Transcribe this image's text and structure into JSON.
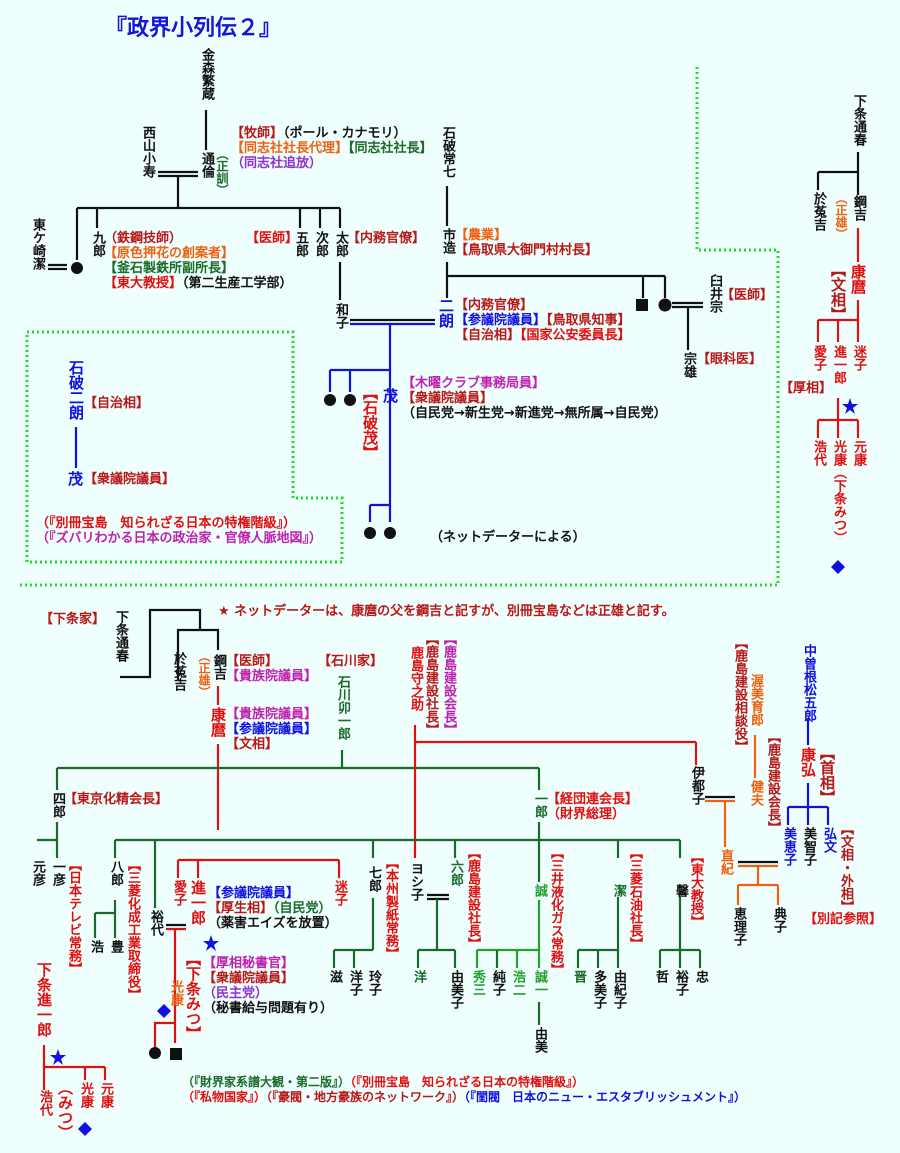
{
  "title": "『政界小列伝２』",
  "colors": {
    "background": "#effffd",
    "black": "#111111",
    "red": "#e01010",
    "dark_red": "#b81818",
    "orange": "#f06010",
    "green": "#1a6a2a",
    "light_green": "#22a030",
    "blue": "#1010e0",
    "magenta": "#c020b0",
    "purple": "#9030d0",
    "dotted_border": "#22dd22"
  },
  "top": {
    "kanamori": "金森繁蔵",
    "nishiyama": "西山小寿",
    "michitomo": "通倫",
    "michitomo_alt": "（正訓）",
    "michitomo_roles": [
      "【牧師】",
      "（ポール・カナモリ）",
      "【同志社社長代理】",
      "【同志社社長】",
      "（同志社追放）"
    ],
    "higashigasaki": "東ケ崎潔",
    "kuro": "九郎",
    "kuro_roles": [
      "（鉄鋼技師）",
      "【原色押花の創案者】",
      "【釜石製鉄所副所長】",
      "【東大教授】",
      "（第二生産工学部）"
    ],
    "goro_role": "【医師】",
    "goro": "五郎",
    "jiro": "次郎",
    "taro": "太郎",
    "taro_role": "【内務官僚】",
    "kazuko": "和子",
    "ishiba_tsuneshichi": "石破常七",
    "ichizo": "市造",
    "ichizo_roles": [
      "【農業】",
      "【鳥取県大御門村村長】"
    ],
    "jiro_ishiba": "二朗",
    "jiro_ishiba_roles": [
      "【内務官僚】",
      "【参議院議員】",
      "【鳥取県知事】",
      "【自治相】",
      "【国家公安委員長】"
    ],
    "usui_so": "臼井宗",
    "usui_role": "【医師】",
    "muneo": "宗雄",
    "muneo_role": "【眼科医】",
    "shigeru": "茂",
    "shigeru_bracket": "【石破茂】",
    "shigeru_roles": [
      "【木曜クラブ事務局員】",
      "【衆議院議員】",
      "（自民党→新生党→新進党→無所属→自民党）"
    ],
    "net_note": "（ネットデーターによる）",
    "box": {
      "name": "石破二朗",
      "role": "【自治相】",
      "child": "茂",
      "child_role": "【衆議院議員】",
      "sources": [
        "（『別冊宝島　知られざる日本の特権階級』）",
        "（『ズバリわかる日本の政治家・官僚人脈地図』）"
      ]
    },
    "right": {
      "shimojo_michiharu": "下条通春",
      "okikichi": "於菟吉",
      "koukichi": "鋼吉",
      "koukichi_alt": "（正雄）",
      "yasumaro": "康麿",
      "yasumaro_role": "【文相】",
      "aiko": "愛子",
      "shinichiro": "進一郎",
      "michiko": "迷子",
      "shinichiro_role": "【厚相】",
      "hiroyo": "浩代",
      "mitsuyasu": "光康（下条みつ）",
      "motoyasu": "元康"
    }
  },
  "bottom": {
    "house_shimojo": "【下条家】",
    "shimojo_michiharu": "下条通春",
    "okikichi": "於菟吉",
    "koukichi": "鋼吉",
    "koukichi_alt": "（正雄）",
    "koukichi_roles": [
      "【医師】",
      "【貴族院議員】"
    ],
    "note": "★ ネットデーターは、康麿の父を鋼吉と記すが、別冊宝島などは正雄と記す。",
    "yasumaro": "康麿",
    "yasumaro_roles": [
      "【貴族院議員】",
      "【参議院議員】",
      "【文相】"
    ],
    "house_ishikawa": "【石川家】",
    "ishikawa_uichiro": "石川卯一郎",
    "kajima_morinosuke": "鹿島守之助",
    "kajima_roles": [
      "【鹿島建設社長】",
      "【鹿島建設会長】"
    ],
    "kajima_sodan": "【鹿島建設相談役】",
    "atsumi_ikuro": "渥美育郎",
    "takeo": "健夫",
    "takeo_role": "【鹿島建設会長】",
    "nakasone_matsugoro": "中曽根松五郎",
    "yasuhiro": "康弘",
    "yasuhiro_role": "【首相】",
    "itsuko": "伊都子",
    "naoki": "直紀",
    "emiko": "恵理子",
    "noriko": "典子",
    "mieko": "美恵子",
    "michiko": "美智子",
    "hirofumi": "弘文",
    "hirofumi_role": "【文相・外相】",
    "betsuki": "【別記参照】",
    "shiro": "四郎",
    "shiro_role": "【東京化精会長】",
    "ichiro": "一郎",
    "ichiro_roles": [
      "【経団連会長】",
      "（財界総理）"
    ],
    "motohiko": "元彦",
    "kazuhiko": "一彦",
    "kazuhiko_role": "【日本テレビ常務】",
    "hachiro": "八郎",
    "hachiro_role": "【三菱化成工業取締役】",
    "hiroshi": "浩",
    "yutaka": "豊",
    "hiroyo": "裕代",
    "aiko": "愛子",
    "shinichiro": "進一郎",
    "shinichiro_roles": [
      "【参議院議員】",
      "【厚生相】",
      "（自民党）",
      "（薬害エイズを放置）"
    ],
    "michiko2": "迷子",
    "shichiro": "七郎",
    "shichiro_role": "【本州製紙常務】",
    "shigeru": "滋",
    "yoko": "洋子",
    "reiko": "玲子",
    "yoshiko": "ヨシ子",
    "rokuro": "六郎",
    "rokuro_role": "【鹿島建設社長】",
    "yo": "洋",
    "yumiko": "由美子",
    "makoto": "誠",
    "makoto_role": "【三井液化ガス常務】",
    "shuzo": "秀三",
    "junko": "純子",
    "koji": "浩二",
    "seiichi": "誠一",
    "yumi": "由美",
    "kiyoshi": "潔",
    "kiyoshi_role": "【三菱石油社長】",
    "susumu": "晋",
    "tamiko": "多美子",
    "yukiko": "由紀子",
    "kaoru": "馨",
    "kaoru_role": "【東大教授】",
    "satoshi": "哲",
    "yuko": "裕子",
    "tadashi": "忠",
    "mitsuyasu": "光康",
    "shimojo_mitsu": "【下条みつ】",
    "mitsu_roles": [
      "【厚相秘書官】",
      "【衆議院議員】",
      "（民主党）",
      "（秘書給与問題有り）"
    ],
    "shimojo_shinichiro": "下条進一郎",
    "left_hiroyo": "浩代",
    "left_mitsu": "（みつ）",
    "left_mitsuyasu": "光康",
    "left_motoyasu": "元康",
    "sources_line1": [
      "（『財界家系譜大観・第二版』）",
      "（『別冊宝島　知られざる日本の特権階級』）"
    ],
    "sources_line2": [
      "（『私物国家』）",
      "（『豪閥・地方豪族のネットワーク』）",
      "（『閨閥　日本のニュー・エスタブリッシュメント』）"
    ]
  }
}
